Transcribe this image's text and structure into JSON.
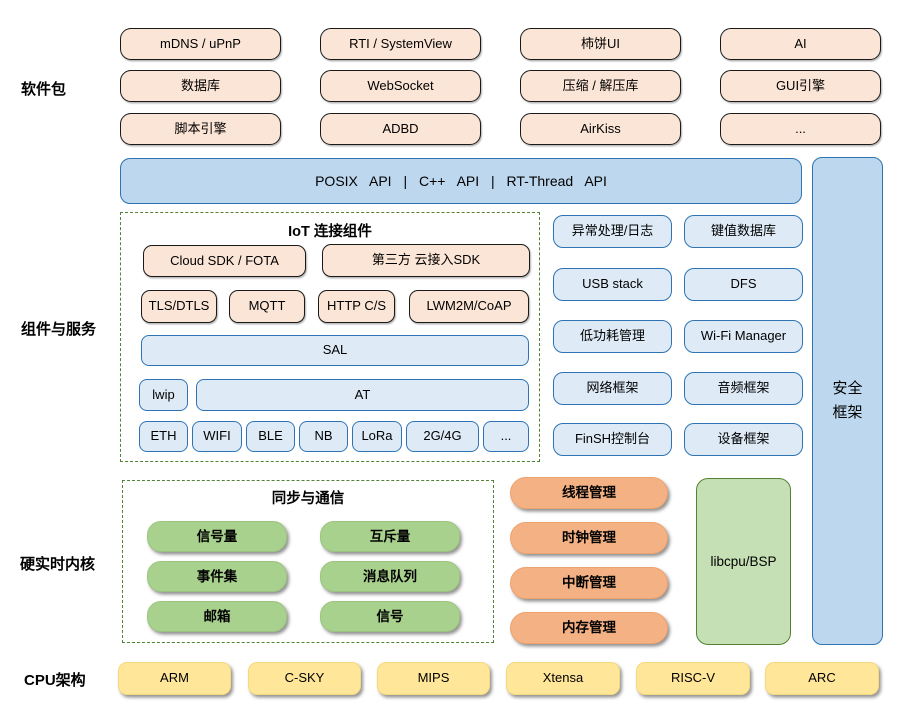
{
  "labels": {
    "software": "软件包",
    "components": "组件与服务",
    "kernel": "硬实时内核",
    "cpu": "CPU架构"
  },
  "software": {
    "rows": [
      [
        "mDNS / uPnP",
        "RTI / SystemView",
        "柿饼UI",
        "AI"
      ],
      [
        "数据库",
        "WebSocket",
        "压缩 / 解压库",
        "GUI引擎"
      ],
      [
        "脚本引擎",
        "ADBD",
        "AirKiss",
        "..."
      ]
    ]
  },
  "api_bar": "POSIX API | C++ API | RT-Thread API",
  "iot": {
    "title": "IoT 连接组件",
    "cloud_row": [
      "Cloud SDK / FOTA",
      "第三方 云接入SDK"
    ],
    "protocol_row": [
      "TLS/DTLS",
      "MQTT",
      "HTTP C/S",
      "LWM2M/CoAP"
    ],
    "sal": "SAL",
    "lwip": "lwip",
    "at": "AT",
    "link_row": [
      "ETH",
      "WIFI",
      "BLE",
      "NB",
      "LoRa",
      "2G/4G",
      "..."
    ]
  },
  "services": {
    "grid": [
      [
        "异常处理/日志",
        "键值数据库"
      ],
      [
        "USB stack",
        "DFS"
      ],
      [
        "低功耗管理",
        "Wi-Fi Manager"
      ],
      [
        "网络框架",
        "音频框架"
      ],
      [
        "FinSH控制台",
        "设备框架"
      ]
    ]
  },
  "security": {
    "line1": "安全",
    "line2": "框架"
  },
  "kernel": {
    "sync_title": "同步与通信",
    "sync_grid": [
      [
        "信号量",
        "互斥量"
      ],
      [
        "事件集",
        "消息队列"
      ],
      [
        "邮箱",
        "信号"
      ]
    ],
    "managers": [
      "线程管理",
      "时钟管理",
      "中断管理",
      "内存管理"
    ],
    "libcpu": "libcpu/BSP"
  },
  "cpu": {
    "items": [
      "ARM",
      "C-SKY",
      "MIPS",
      "Xtensa",
      "RISC-V",
      "ARC"
    ]
  },
  "colors": {
    "peach_fill": "#FBE5D6",
    "peach_border": "#1A1A1A",
    "blue_light_fill": "#DEEBF7",
    "blue_mid_fill": "#BDD7EE",
    "blue_border": "#2E74B5",
    "green_pill_fill": "#A9D18E",
    "green_box_fill": "#C5E0B4",
    "green_border": "#538135",
    "orange_pill_fill": "#F4B183",
    "yellow_fill": "#FFE699",
    "dash_border": "#538135"
  }
}
